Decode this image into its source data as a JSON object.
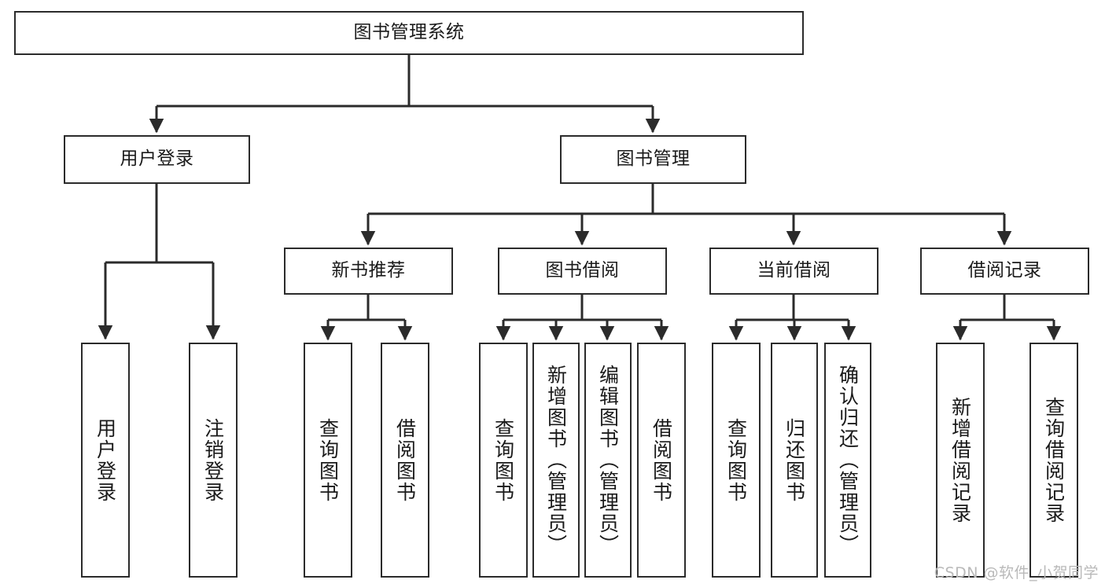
{
  "diagram": {
    "kind": "tree-hierarchy",
    "title_text": "图书管理系统",
    "watermark": "CSDN @软件_小贺同学",
    "colors": {
      "stroke": "#2b2b2b",
      "fill": "#ffffff",
      "text": "#1a1a1a",
      "watermark": "#b9b9b9"
    },
    "root": {
      "label": "图书管理系统"
    },
    "level1": [
      {
        "id": "user-login",
        "label": "用户登录"
      },
      {
        "id": "book-manage",
        "label": "图书管理"
      }
    ],
    "level2": [
      {
        "id": "new-book-rec",
        "label": "新书推荐",
        "parent": "book-manage"
      },
      {
        "id": "book-borrow",
        "label": "图书借阅",
        "parent": "book-manage"
      },
      {
        "id": "current-borrow",
        "label": "当前借阅",
        "parent": "book-manage"
      },
      {
        "id": "borrow-record",
        "label": "借阅记录",
        "parent": "book-manage"
      }
    ],
    "leaves": [
      {
        "id": "leaf-user-login",
        "label": "用户登录",
        "parent": "user-login"
      },
      {
        "id": "leaf-logout-login",
        "label": "注销登录",
        "parent": "user-login"
      },
      {
        "id": "leaf-query-book-1",
        "label": "查询图书",
        "parent": "new-book-rec"
      },
      {
        "id": "leaf-borrow-book-1",
        "label": "借阅图书",
        "parent": "new-book-rec"
      },
      {
        "id": "leaf-query-book-2",
        "label": "查询图书",
        "parent": "book-borrow"
      },
      {
        "id": "leaf-add-book",
        "label": "新增图书（管理员）",
        "parent": "book-borrow"
      },
      {
        "id": "leaf-edit-book",
        "label": "编辑图书（管理员）",
        "parent": "book-borrow"
      },
      {
        "id": "leaf-borrow-book-2",
        "label": "借阅图书",
        "parent": "book-borrow"
      },
      {
        "id": "leaf-query-book-3",
        "label": "查询图书",
        "parent": "current-borrow"
      },
      {
        "id": "leaf-return-book",
        "label": "归还图书",
        "parent": "current-borrow"
      },
      {
        "id": "leaf-confirm-return",
        "label": "确认归还（管理员）",
        "parent": "current-borrow"
      },
      {
        "id": "leaf-add-record",
        "label": "新增借阅记录",
        "parent": "borrow-record"
      },
      {
        "id": "leaf-query-record",
        "label": "查询借阅记录",
        "parent": "borrow-record"
      }
    ]
  }
}
